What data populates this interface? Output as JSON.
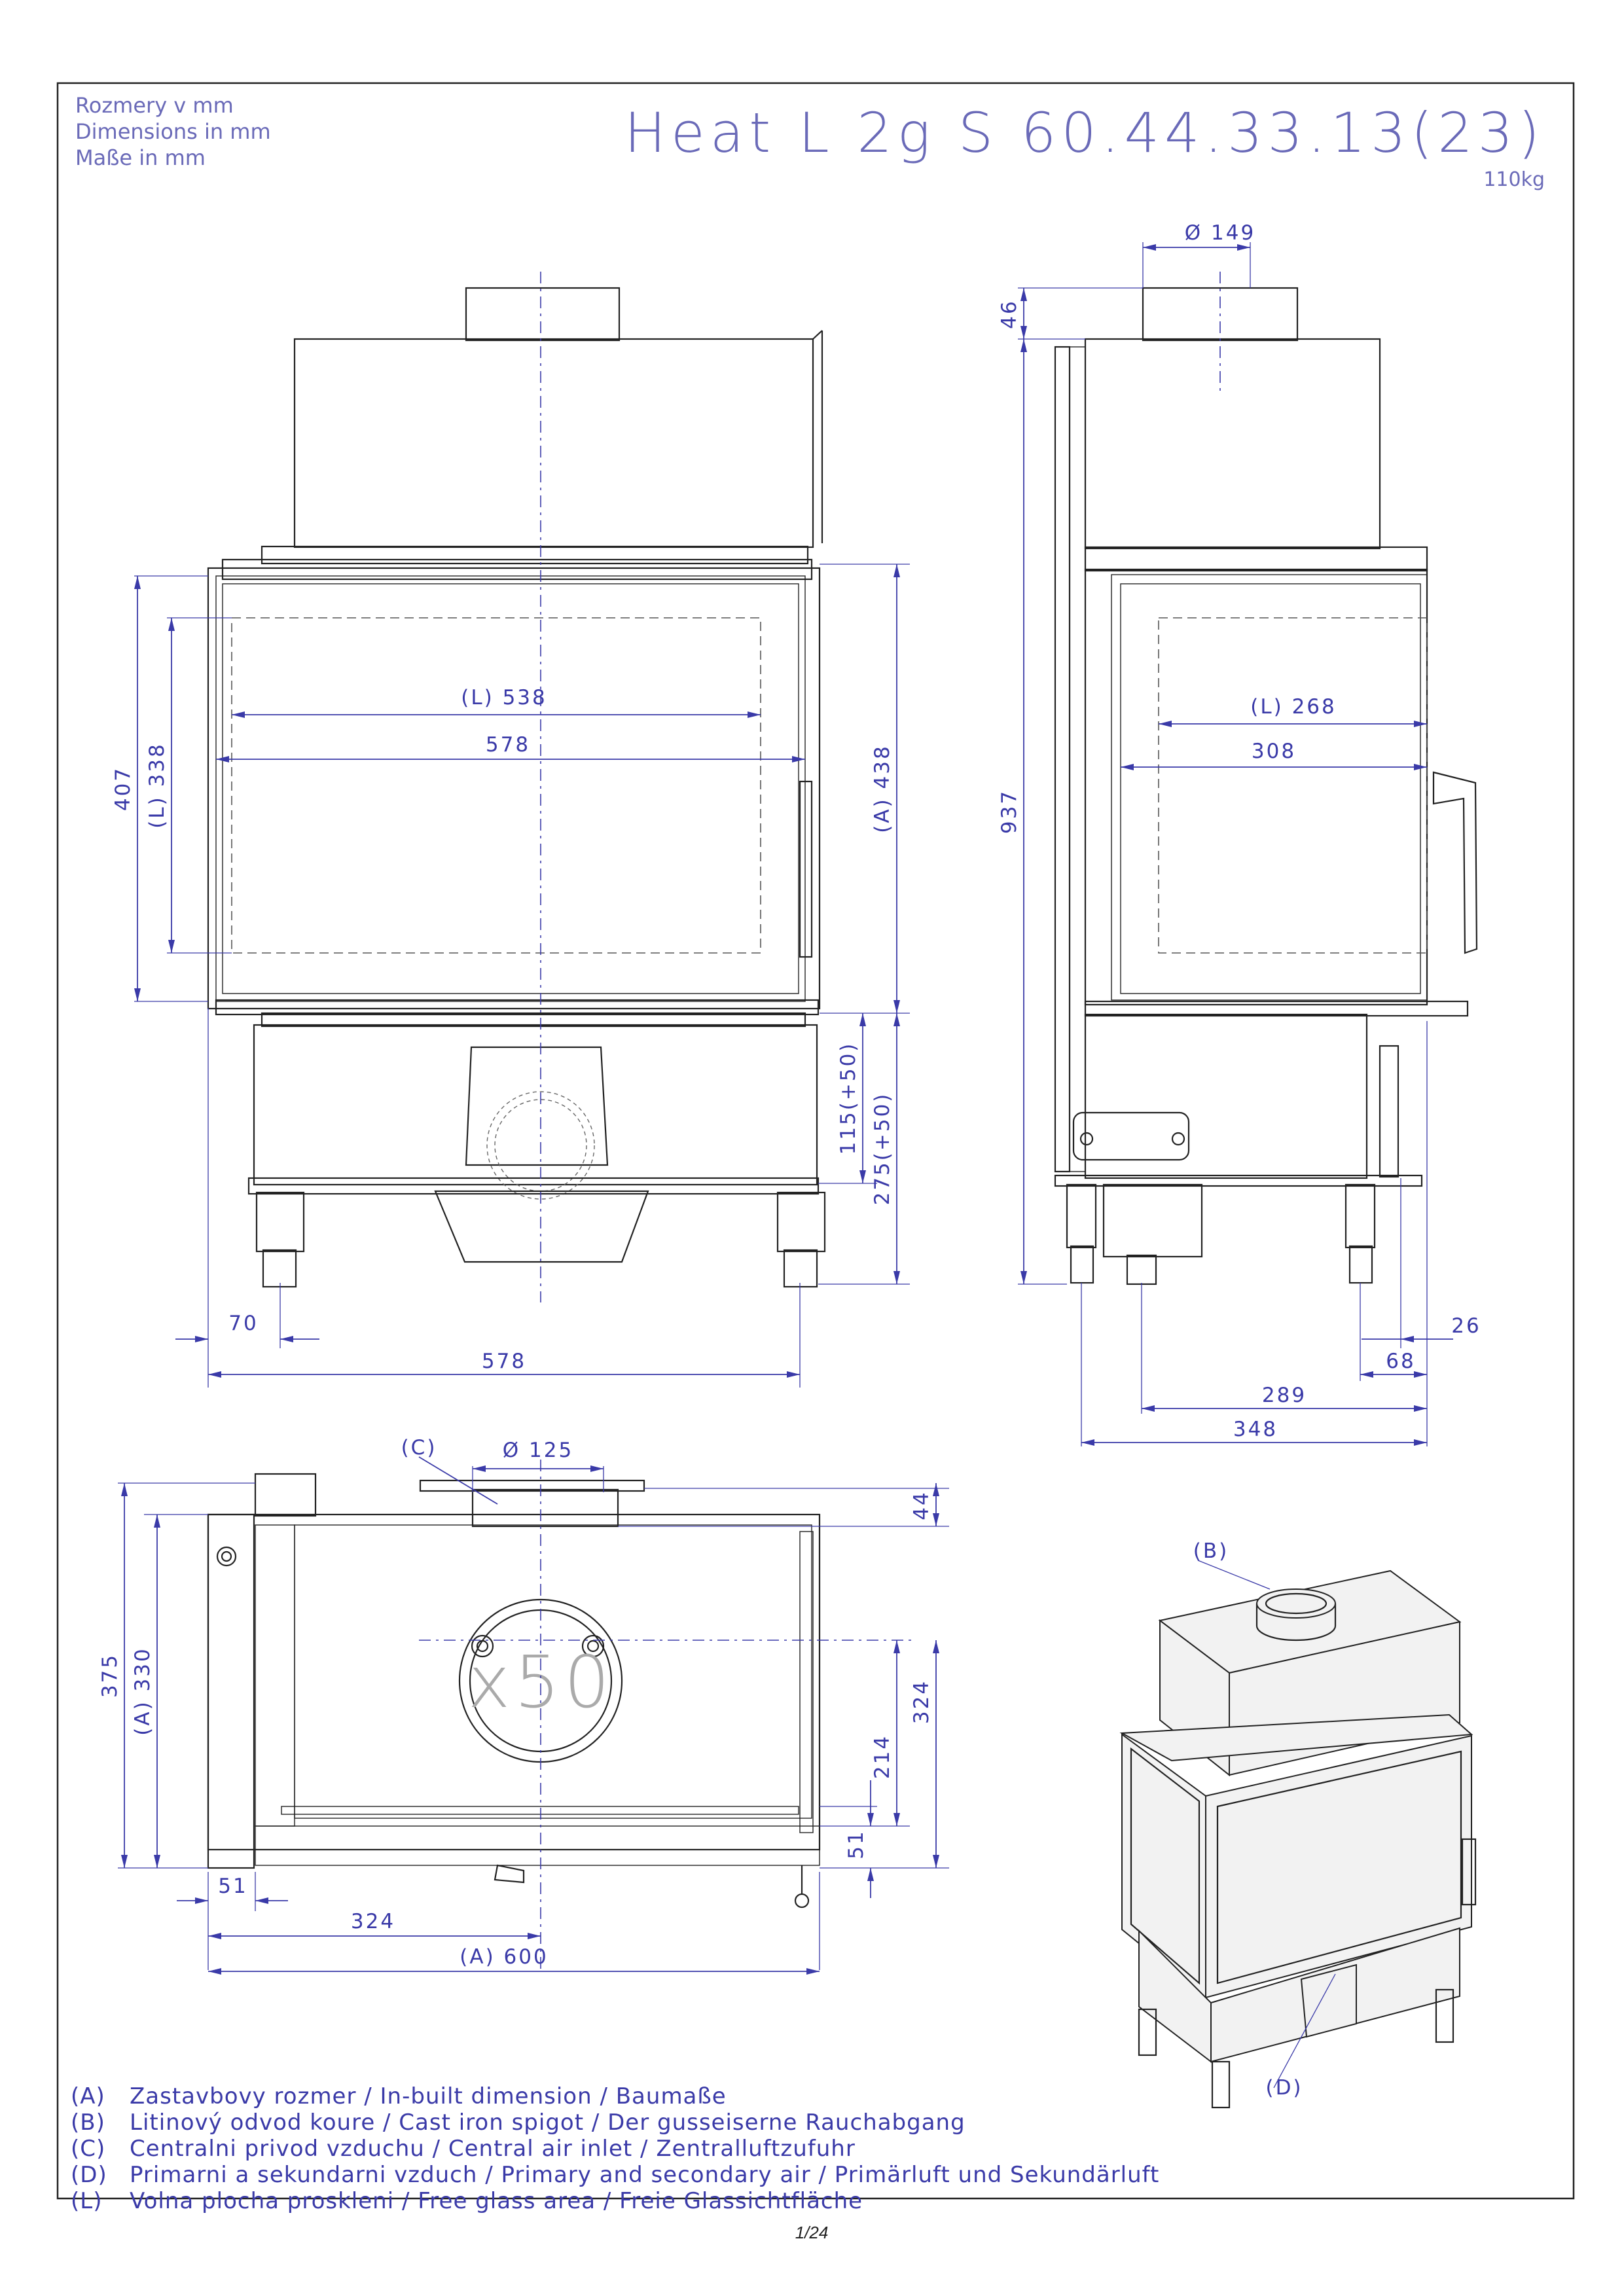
{
  "header": {
    "units": [
      "Rozmery v mm",
      "Dimensions in mm",
      "Maße in mm"
    ],
    "model": "Heat L 2g S 60.44.33.13(23)",
    "weight": "110kg"
  },
  "front_view": {
    "dims": {
      "glass_width": "(L) 538",
      "inner_width": "578",
      "total_height_left": "407",
      "glass_height": "(L) 338",
      "builtin_height": "(A) 438",
      "bottom_a": "115(+50)",
      "bottom_b": "275(+50)",
      "leg_offset": "70",
      "base_width": "578"
    }
  },
  "side_view": {
    "dims": {
      "spigot_diameter": "Ø 149",
      "spigot_height": "46",
      "total_height": "937",
      "glass_width": "(L) 268",
      "inner_width": "308",
      "foot_a": "26",
      "foot_b": "68",
      "depth_a": "289",
      "depth_b": "348"
    }
  },
  "top_view": {
    "dims": {
      "inlet_label": "(C)",
      "inlet_diameter": "Ø 125",
      "inlet_offset": "44",
      "depth_total": "375",
      "depth_builtin": "(A) 330",
      "center_depth": "324",
      "center_b": "214",
      "front_offset": "51",
      "left_offset": "51",
      "center_width": "324",
      "builtin_width": "(A) 600",
      "spigot_mark": "x50"
    }
  },
  "iso_view": {
    "label_b": "(B)",
    "label_d": "(D)"
  },
  "legend": [
    {
      "key": "(A)",
      "text": "Zastavbovy rozmer / In-built dimension / Baumaße"
    },
    {
      "key": "(B)",
      "text": "Litinový odvod koure / Cast iron spigot / Der gusseiserne Rauchabgang"
    },
    {
      "key": "(C)",
      "text": "Centralni privod vzduchu / Central air inlet / Zentralluftzufuhr"
    },
    {
      "key": "(D)",
      "text": "Primarni a sekundarni vzduch / Primary and secondary air / Primärluft und Sekundärluft"
    },
    {
      "key": "(L)",
      "text": "Volna plocha proskleni / Free glass area / Freie Glassichtfläche"
    }
  ],
  "footer": {
    "page": "1/24"
  },
  "colors": {
    "dimension": "#3a3aa8",
    "outline": "#222222"
  }
}
